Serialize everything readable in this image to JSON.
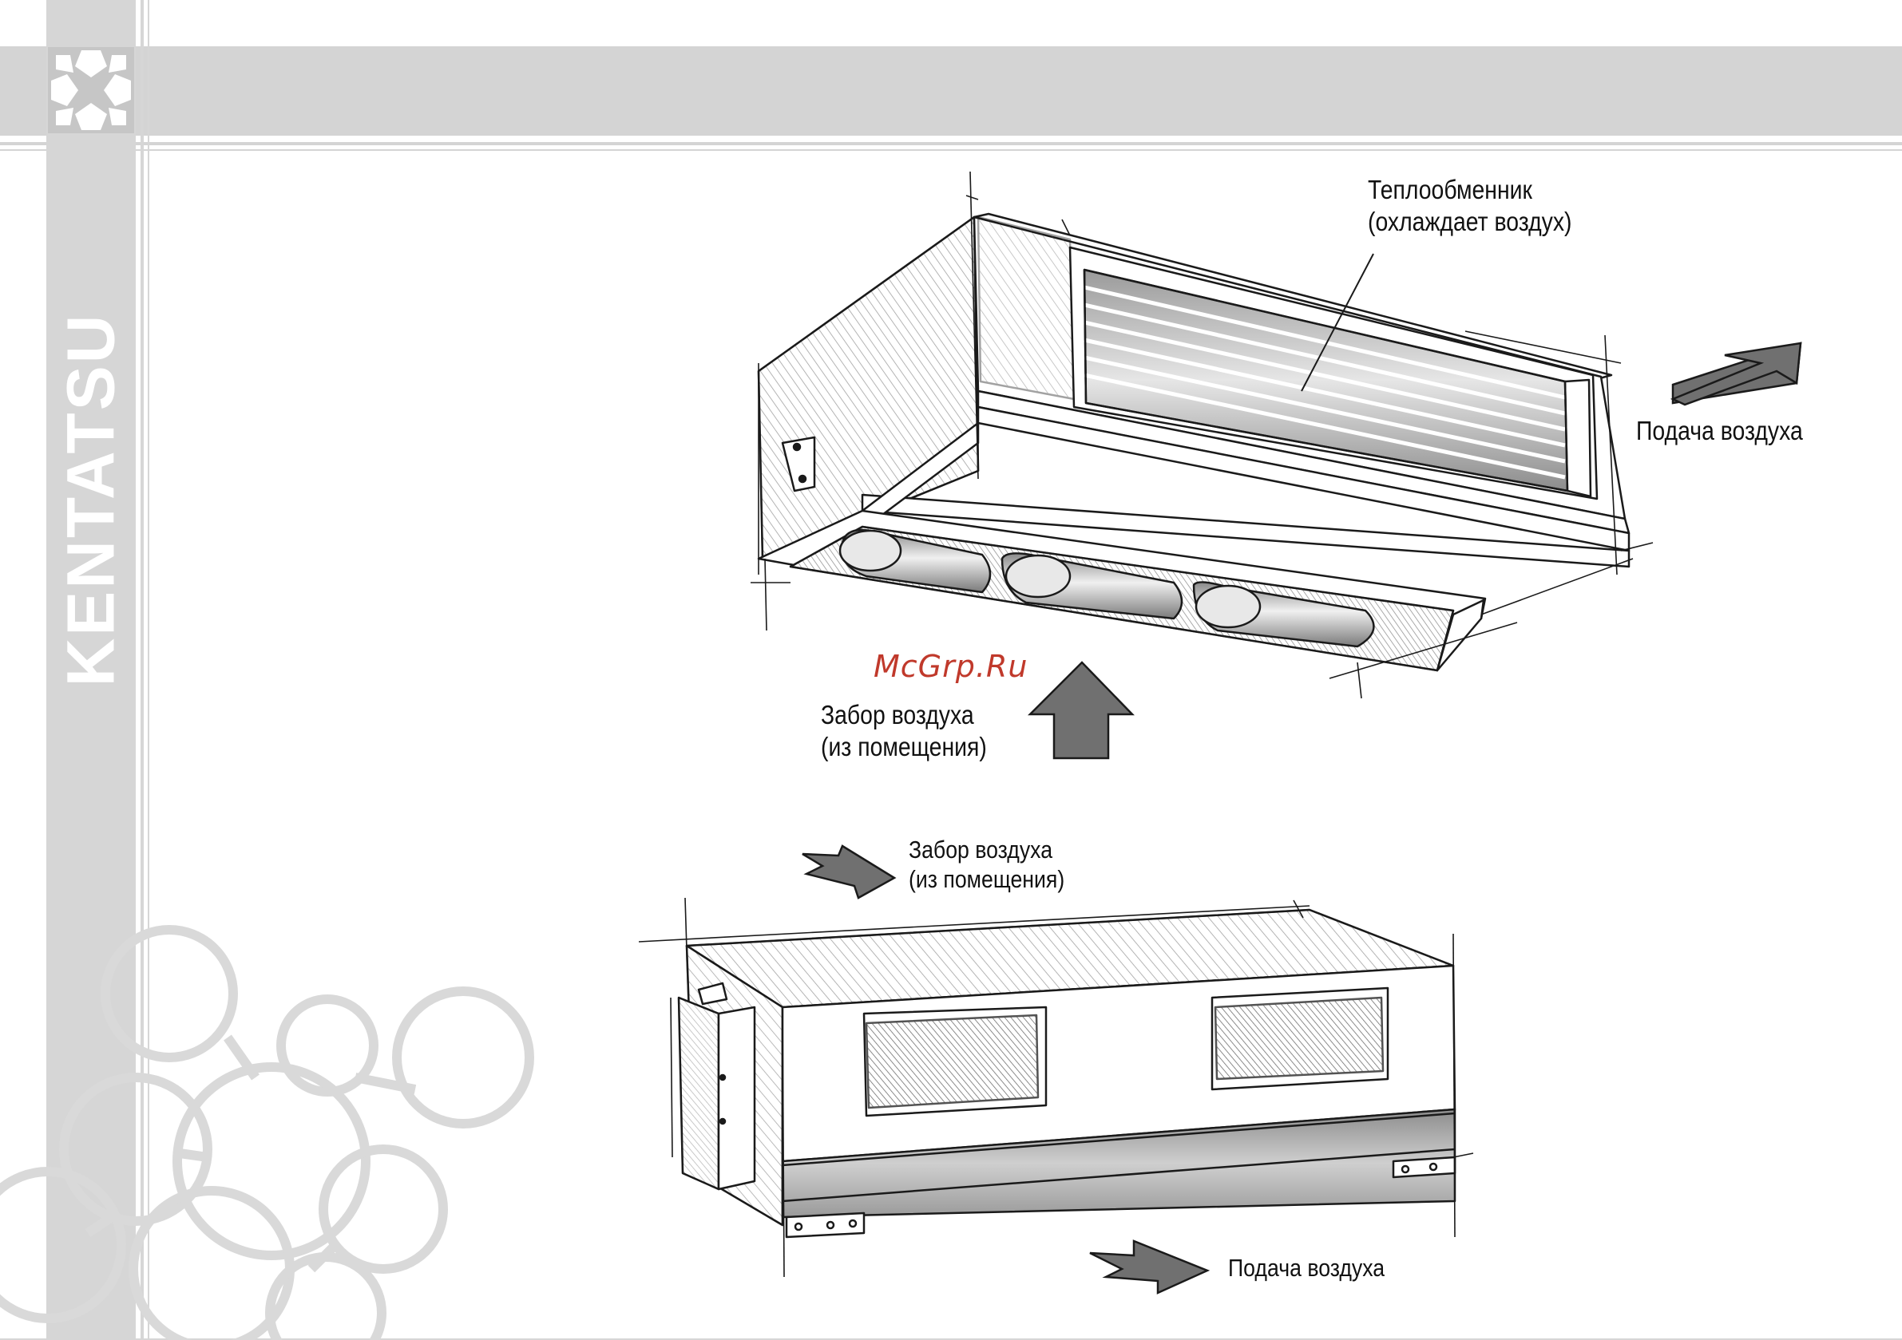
{
  "brand": {
    "name": "KENTATSU"
  },
  "watermark": "McGrp.Ru",
  "top_unit": {
    "heat_exchanger_label": [
      "Теплообменник",
      "(охлаждает воздух)"
    ],
    "supply_label": "Подача воздуха",
    "intake_label": [
      "Забор воздуха",
      "(из помещения)"
    ]
  },
  "bottom_unit": {
    "intake_label": [
      "Забор воздуха",
      "(из помещения)"
    ],
    "supply_label": "Подача воздуха"
  },
  "colors": {
    "band_gray": "#d4d4d4",
    "sidebar_gray": "#d6d6d6",
    "arrow_gray": "#707070",
    "watermark_red": "#c0392b"
  }
}
